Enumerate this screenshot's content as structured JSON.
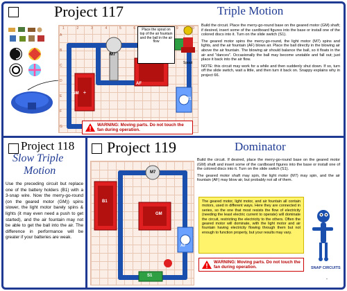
{
  "project117": {
    "number": "Project 117",
    "name": "Triple Motion",
    "spout_note": "Place the spout on top of the air fountain and the ball in the air flow",
    "spout_label": "Spout",
    "paragraphs": [
      "Build the circuit. Place the merry-go-round base on the geared motor (GM) shaft; if desired, insert some of the cardboard figures into the base or install one of the colored discs into it. Turn on the slide switch (S1).",
      "The geared motor spins the merry-go-round, the light motor (M7) spins and lights, and the air fountain (AF) blows air. Place the ball directly in the blowing air above the air fountain. The blowing air should balance the ball, so it floats in the air and \"dances\". Occasionally the ball may become unstable and fall out; just place it back into the air flow.",
      "NOTE: this circuit may work for a while and then suddenly shut down. If so, turn off the slide switch, wait a little, and then turn it back on. Snappy explains why in project 66."
    ],
    "warning": "WARNING: Moving parts. Do not touch the fan during operation."
  },
  "project118": {
    "number": "Project 118",
    "name_line1": "Slow Triple",
    "name_line2": "Motion",
    "body": "Use the preceding circuit but replace one of the battery holders (B1) with a 3-snap wire. Now the merry-go-round (on the geared motor (GM)) spins slower, the light motor barely spins & lights (it may even need a push to get started), and the air fountain may not be able to get the ball into the air. The difference in performance will be greater if your batteries are weak."
  },
  "project119": {
    "number": "Project 119",
    "name": "Dominator",
    "paragraphs": [
      "Build the circuit. If desired, place the merry-go-round base on the geared motor (GM) shaft and insert some of the cardboard figures into the base or install one of the colored discs into it. Turn on the slide switch (S1).",
      "The geared motor shaft may spin, the light motor (M7) may spin, and the air fountain (AF) may blow air, but probably not all of them."
    ],
    "note": "The geared motor, light motor, and air fountain all contain motors, used in different ways. Here they are connected in series, so the one that most resists the flow of electricity (needing the least electric current to operate) will dominate the circuit, restricting the electricity to the others. Often the geared motor will dominate, with the light motor and air fountain having electricity flowing through them but not enough to function properly, but your results may vary.",
    "warning": "WARNING: Moving parts. Do not touch the fan during operation."
  },
  "parts": {
    "b1": "B1",
    "gm": "GM",
    "m7": "M7",
    "af": "AF",
    "s1": "S1",
    "row_labels": [
      "A",
      "B",
      "C",
      "D",
      "E",
      "F",
      "G"
    ],
    "col_labels": [
      "1",
      "2",
      "3",
      "4",
      "5",
      "6",
      "7",
      "8",
      "9",
      "10"
    ]
  },
  "logo": "SNAP CIRCUITS",
  "page_number": "-"
}
